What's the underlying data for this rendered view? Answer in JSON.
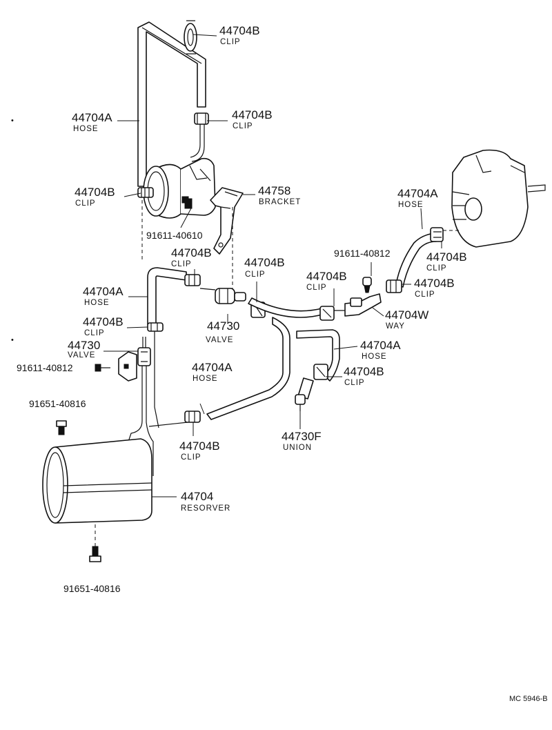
{
  "labels": {
    "hose_top": {
      "part": "44704A",
      "name": "HOSE"
    },
    "clip_top": {
      "part": "44704B",
      "name": "CLIP"
    },
    "clip_upper": {
      "part": "44704B",
      "name": "CLIP"
    },
    "clip_booster_left": {
      "part": "44704B",
      "name": "CLIP"
    },
    "bolt_booster": {
      "part": "91611-40610"
    },
    "bracket": {
      "part": "44758",
      "name": "BRACKET"
    },
    "clip_mid_left": {
      "part": "44704B",
      "name": "CLIP"
    },
    "hose_mid_left": {
      "part": "44704A",
      "name": "HOSE"
    },
    "clip_left": {
      "part": "44704B",
      "name": "CLIP"
    },
    "valve_left": {
      "part": "44730",
      "name": "VALVE"
    },
    "bolt_left": {
      "part": "91611-40812"
    },
    "bolt_tank_top": {
      "part": "91651-40816"
    },
    "valve_center": {
      "part": "44730",
      "name": "VALVE"
    },
    "clip_center": {
      "part": "44704B",
      "name": "CLIP"
    },
    "hose_center": {
      "part": "44704A",
      "name": "HOSE"
    },
    "clip_lower_center": {
      "part": "44704B",
      "name": "CLIP"
    },
    "reservoir": {
      "part": "44704",
      "name": "RESORVER"
    },
    "bolt_tank_bottom": {
      "part": "91651-40816"
    },
    "clip_right_center": {
      "part": "44704B",
      "name": "CLIP"
    },
    "bolt_right": {
      "part": "91611-40812"
    },
    "hose_right": {
      "part": "44704A",
      "name": "HOSE"
    },
    "clip_right_upper": {
      "part": "44704B",
      "name": "CLIP"
    },
    "clip_right": {
      "part": "44704B",
      "name": "CLIP"
    },
    "way": {
      "part": "44704W",
      "name": "WAY"
    },
    "hose_right_lower": {
      "part": "44704A",
      "name": "HOSE"
    },
    "clip_right_lower": {
      "part": "44704B",
      "name": "CLIP"
    },
    "union": {
      "part": "44730F",
      "name": "UNION"
    }
  },
  "figure_ref": "MC 5946-B"
}
